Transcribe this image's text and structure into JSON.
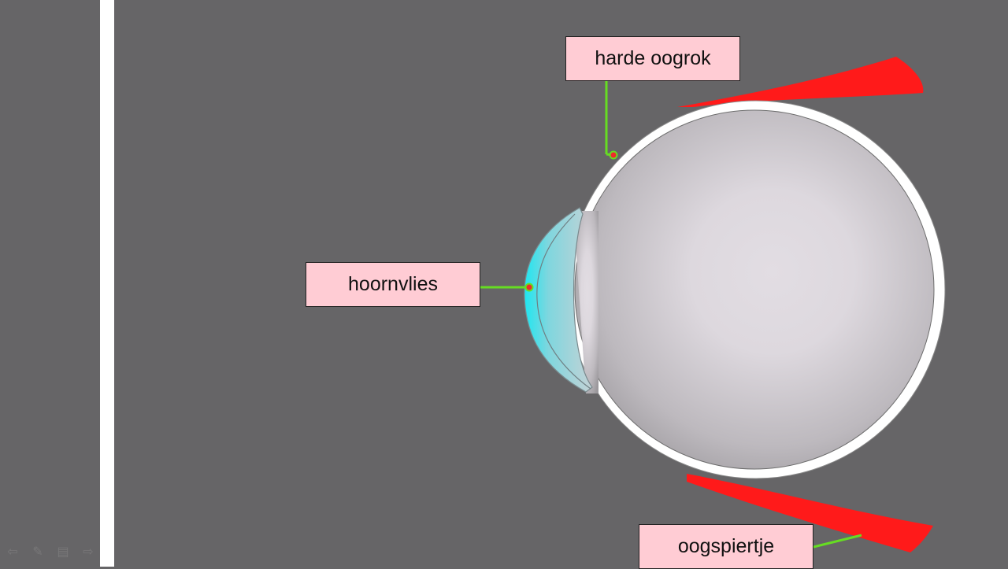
{
  "labels": {
    "harde_oogrok": "harde oogrok",
    "hoornvlies": "hoornvlies",
    "oogspiertje": "oogspiertje"
  },
  "colors": {
    "background": "#666567",
    "label_fill": "#ffccd4",
    "pointer_line": "#66dd22",
    "muscle": "#ff1a1a",
    "cornea": "#44e4ee",
    "sclera": "#ffffff"
  },
  "controls": {
    "icons": [
      "arrow-left-icon",
      "pen-icon",
      "slides-icon",
      "arrow-right-icon"
    ]
  }
}
